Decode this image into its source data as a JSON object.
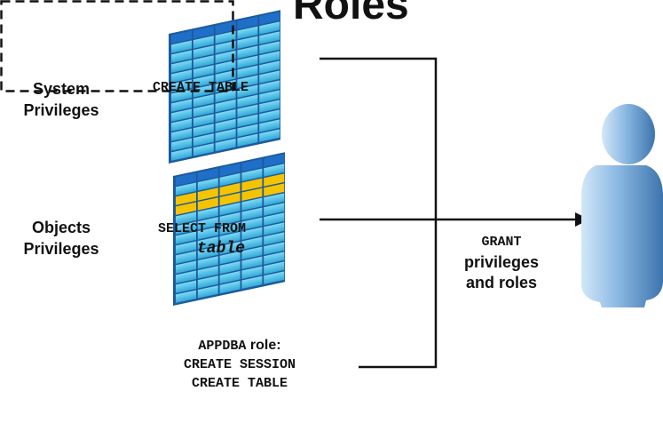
{
  "title": "Roles",
  "system_privileges": {
    "label_line1": "System",
    "label_line2": "Privileges",
    "example": "CREATE TABLE"
  },
  "object_privileges": {
    "label_line1": "Objects",
    "label_line2": "Privileges",
    "example_line1": "SELECT FROM",
    "example_line2": "table"
  },
  "role_box": {
    "role_name": "APPDBA",
    "role_suffix": " role:",
    "line2": "CREATE SESSION",
    "line3": "CREATE TABLE"
  },
  "grant": {
    "line1": "GRANT",
    "line2": "privileges",
    "line3": "and roles"
  },
  "colors": {
    "cell_fill": "#4fc3e8",
    "cell_header": "#1f6fc8",
    "highlight": "#f5c400",
    "person_light": "#b6d6f2",
    "person_dark": "#4c86c0",
    "line": "#111111"
  },
  "icons": [
    "table-grid-icon",
    "table-grid-highlight-icon",
    "person-icon",
    "arrow-icon"
  ]
}
